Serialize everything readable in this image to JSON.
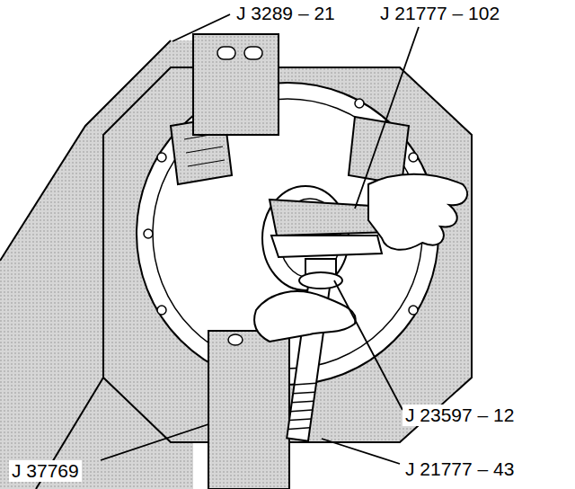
{
  "diagram": {
    "labels": [
      "J 3289 – 21",
      "J 21777 – 102",
      "J 23597 – 12",
      "J 37769",
      "J 21777 – 43"
    ]
  }
}
